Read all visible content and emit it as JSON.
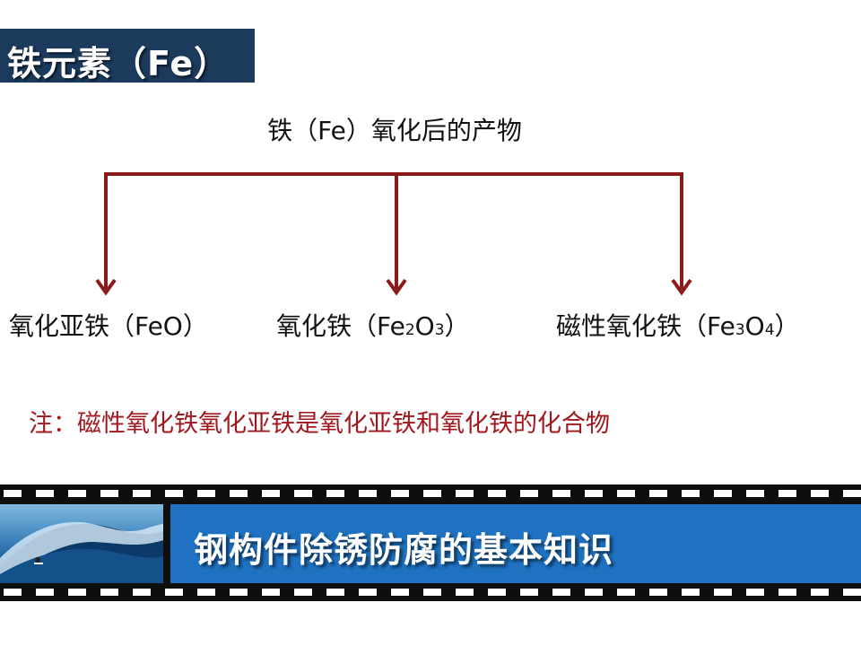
{
  "title": "铁元素（Fe）",
  "heading": "铁（Fe）氧化后的产物",
  "products": [
    {
      "prefix": "氧化亚铁（FeO）",
      "parts": []
    },
    {
      "prefix": "氧化铁（Fe",
      "sub1": "2",
      "mid": "O",
      "sub2": "3",
      "suffix": "）"
    },
    {
      "prefix": "磁性氧化铁（Fe",
      "sub1": "3",
      "mid": "O",
      "sub2": "4",
      "suffix": "）"
    }
  ],
  "note": "注：磁性氧化铁氧化亚铁是氧化亚铁和氧化铁的化合物",
  "banner": {
    "text": "钢构件除锈防腐的基本知识",
    "image": "ocean-wave-surfer-image"
  },
  "colors": {
    "title_bg": "#1b3a5c",
    "arrow": "#8b1a1a",
    "note": "#a0181e",
    "banner_bg": "#1f72c2",
    "film": "#0e0e0e"
  }
}
